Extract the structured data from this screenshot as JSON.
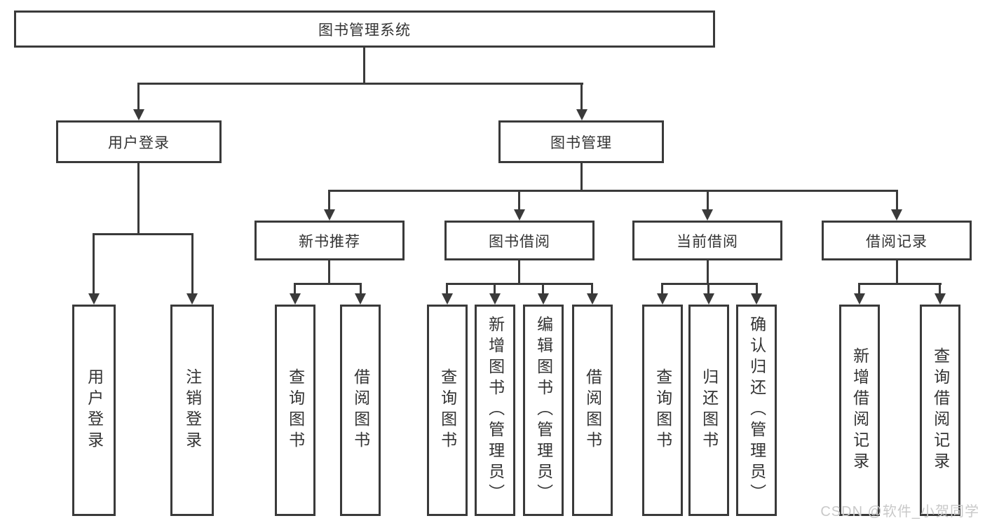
{
  "tree": {
    "root": "图书管理系统",
    "level2": [
      {
        "label": "用户登录",
        "leaves": [
          "用户登录",
          "注销登录"
        ]
      },
      {
        "label": "图书管理",
        "children": [
          {
            "label": "新书推荐",
            "leaves": [
              "查询图书",
              "借阅图书"
            ]
          },
          {
            "label": "图书借阅",
            "leaves": [
              "查询图书",
              "新增图书（管理员）",
              "编辑图书（管理员）",
              "借阅图书"
            ]
          },
          {
            "label": "当前借阅",
            "leaves": [
              "查询图书",
              "归还图书",
              "确认归还（管理员）"
            ]
          },
          {
            "label": "借阅记录",
            "leaves": [
              "新增借阅记录",
              "查询借阅记录"
            ]
          }
        ]
      }
    ]
  },
  "watermark": "CSDN @软件_小贺同学",
  "colors": {
    "line": "#3a3a3a",
    "text": "#333333",
    "watermark": "#c9c9c9",
    "box_background": "#ffffff"
  }
}
